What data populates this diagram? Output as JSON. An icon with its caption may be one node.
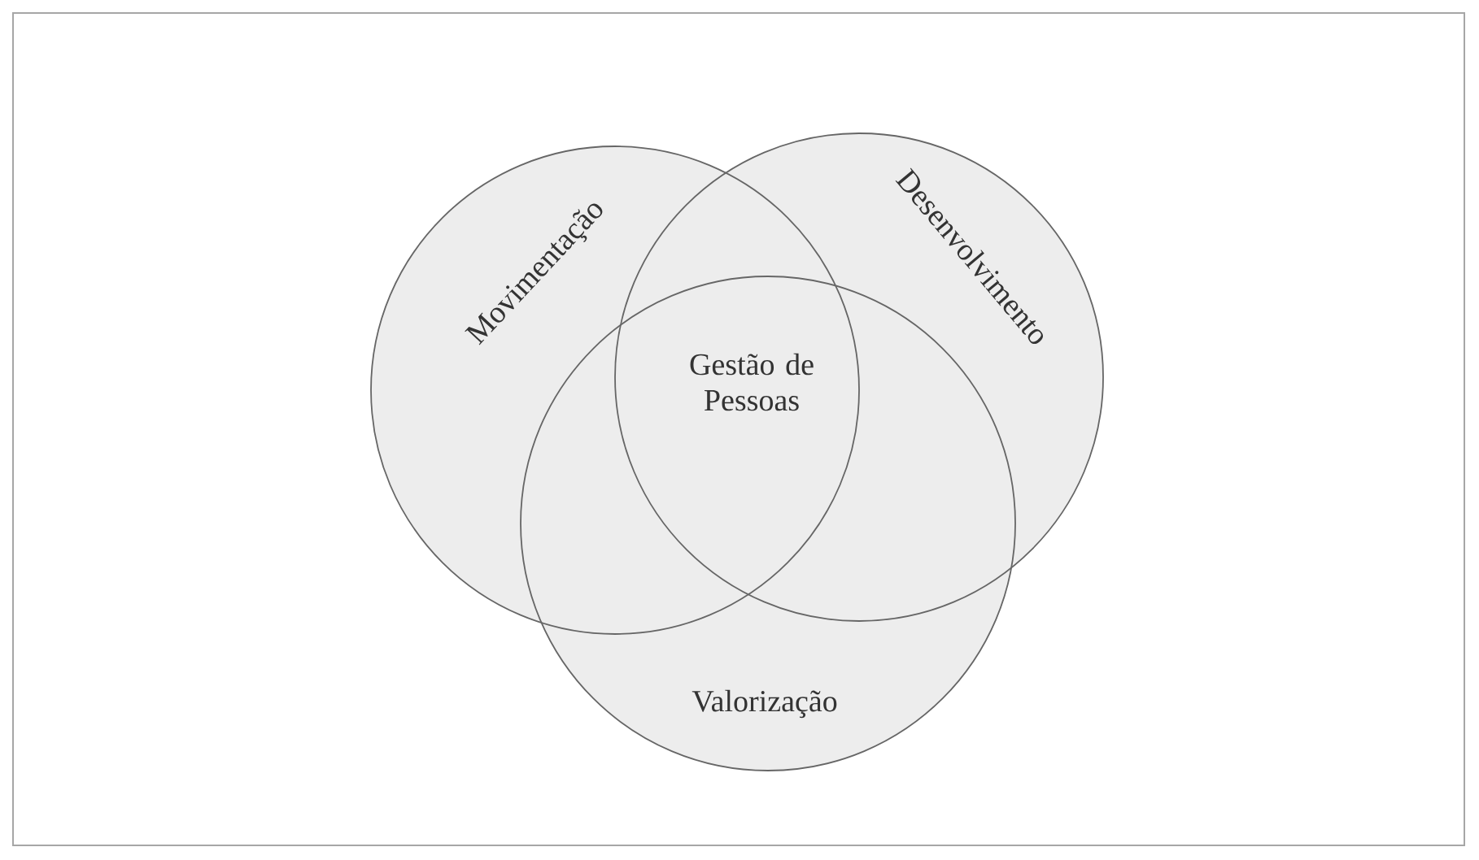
{
  "diagram": {
    "nodes": [
      {
        "text": [
          "Movimentação"
        ]
      },
      {
        "text": [
          "Desenvolvimento"
        ]
      },
      {
        "text": [
          "Valorização"
        ]
      }
    ],
    "labels": [
      "Gestão de Pessoas"
    ]
  }
}
